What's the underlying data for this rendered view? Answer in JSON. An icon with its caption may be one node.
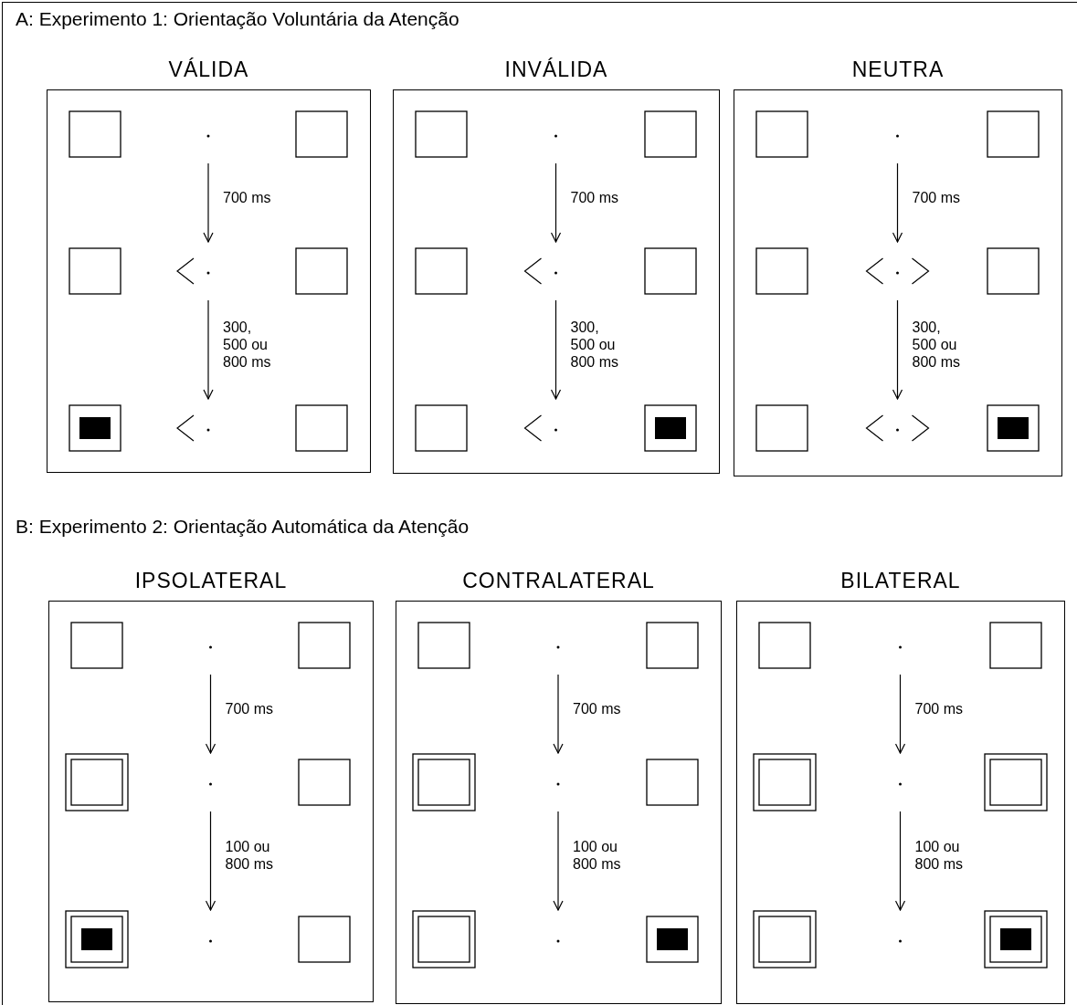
{
  "diagram": {
    "nodes": [
      {
        "text": [
          "VÁLIDA"
        ]
      },
      {
        "text": [],
        "shape": "picture",
        "in": 0
      },
      {
        "text": [],
        "shape": "picture",
        "in": 0
      },
      {
        "text": [],
        "shape": "picture",
        "in": 0
      },
      {
        "text": [
          "INVÁLIDA"
        ]
      },
      {
        "text": [],
        "shape": "picture",
        "in": 4
      },
      {
        "text": [],
        "shape": "picture",
        "in": 4
      },
      {
        "text": [],
        "shape": "picture",
        "in": 4
      },
      {
        "text": [
          "NEUTRA"
        ]
      },
      {
        "text": [],
        "shape": "picture",
        "in": 8
      },
      {
        "text": [],
        "shape": "picture",
        "in": 8
      },
      {
        "text": [],
        "shape": "picture",
        "in": 8
      },
      {
        "text": [
          "IPSOLATERAL"
        ]
      },
      {
        "text": [],
        "shape": "picture",
        "in": 12
      },
      {
        "text": [],
        "shape": "picture",
        "in": 12
      },
      {
        "text": [],
        "shape": "picture",
        "in": 12
      },
      {
        "text": [
          "CONTRALATERAL"
        ]
      },
      {
        "text": [],
        "shape": "picture",
        "in": 16
      },
      {
        "text": [],
        "shape": "picture",
        "in": 16
      },
      {
        "text": [],
        "shape": "picture",
        "in": 16
      },
      {
        "text": [
          "BILATERAL"
        ]
      },
      {
        "text": [],
        "shape": "picture",
        "in": 20
      },
      {
        "text": [],
        "shape": "picture",
        "in": 20
      },
      {
        "text": [],
        "shape": "picture",
        "in": 20
      }
    ],
    "edges": [
      {
        "from": 1,
        "to": 2,
        "arrow": "to",
        "label": "700 ms"
      },
      {
        "from": 2,
        "to": 3,
        "arrow": "to",
        "label": "300, 500 ou 800 ms"
      },
      {
        "from": 5,
        "to": 6,
        "arrow": "to",
        "label": "700 ms"
      },
      {
        "from": 6,
        "to": 7,
        "arrow": "to",
        "label": "300, 500 ou 800 ms"
      },
      {
        "from": 9,
        "to": 10,
        "arrow": "to",
        "label": "700 ms"
      },
      {
        "from": 10,
        "to": 11,
        "arrow": "to",
        "label": "300, 500 ou 800 ms"
      },
      {
        "from": 13,
        "to": 14,
        "arrow": "to",
        "label": "700 ms"
      },
      {
        "from": 14,
        "to": 15,
        "arrow": "to",
        "label": "100 ou 800 ms"
      },
      {
        "from": 17,
        "to": 18,
        "arrow": "to",
        "label": "700 ms"
      },
      {
        "from": 18,
        "to": 19,
        "arrow": "to",
        "label": "100 ou 800 ms"
      },
      {
        "from": 21,
        "to": 22,
        "arrow": "to",
        "label": "700 ms"
      },
      {
        "from": 22,
        "to": 23,
        "arrow": "to",
        "label": "100 ou 800 ms"
      }
    ],
    "labels": [
      "A: Experimento 1: Orientação Voluntária da Atenção",
      "B: Experimento 2: Orientação Automática da Atenção"
    ]
  }
}
